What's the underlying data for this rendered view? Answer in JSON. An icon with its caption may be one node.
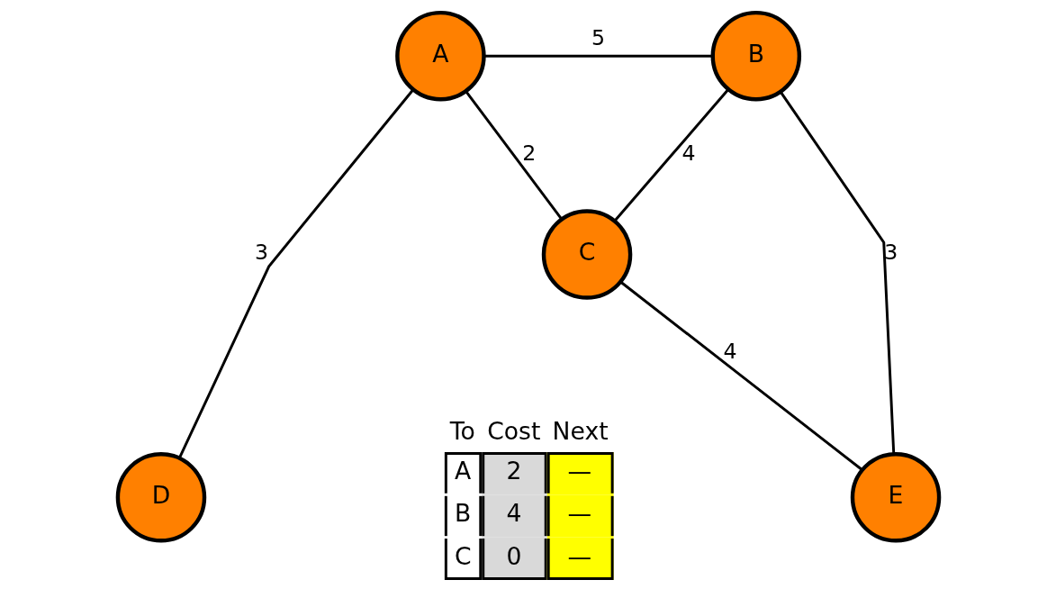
{
  "diagram": {
    "nodes": [
      {
        "text": [
          "A"
        ]
      },
      {
        "text": [
          "B"
        ]
      },
      {
        "text": [
          "C"
        ]
      },
      {
        "text": [
          "D"
        ]
      },
      {
        "text": [
          "E"
        ]
      }
    ],
    "edges": [
      {
        "from": 0,
        "to": 1,
        "arrow": "none",
        "label": "5"
      },
      {
        "from": 0,
        "to": 2,
        "arrow": "none",
        "label": "2"
      },
      {
        "from": 0,
        "to": 3,
        "arrow": "none",
        "label": "3"
      },
      {
        "from": 2,
        "to": 1,
        "arrow": "none",
        "label": "4"
      },
      {
        "from": 2,
        "to": 4,
        "arrow": "none",
        "label": "4"
      },
      {
        "from": 1,
        "to": 4,
        "arrow": "none",
        "label": "3"
      }
    ],
    "labels": [
      "To",
      "Cost",
      "Next",
      "A",
      "2",
      "—",
      "B",
      "4",
      "—",
      "C",
      "0",
      "—"
    ]
  }
}
